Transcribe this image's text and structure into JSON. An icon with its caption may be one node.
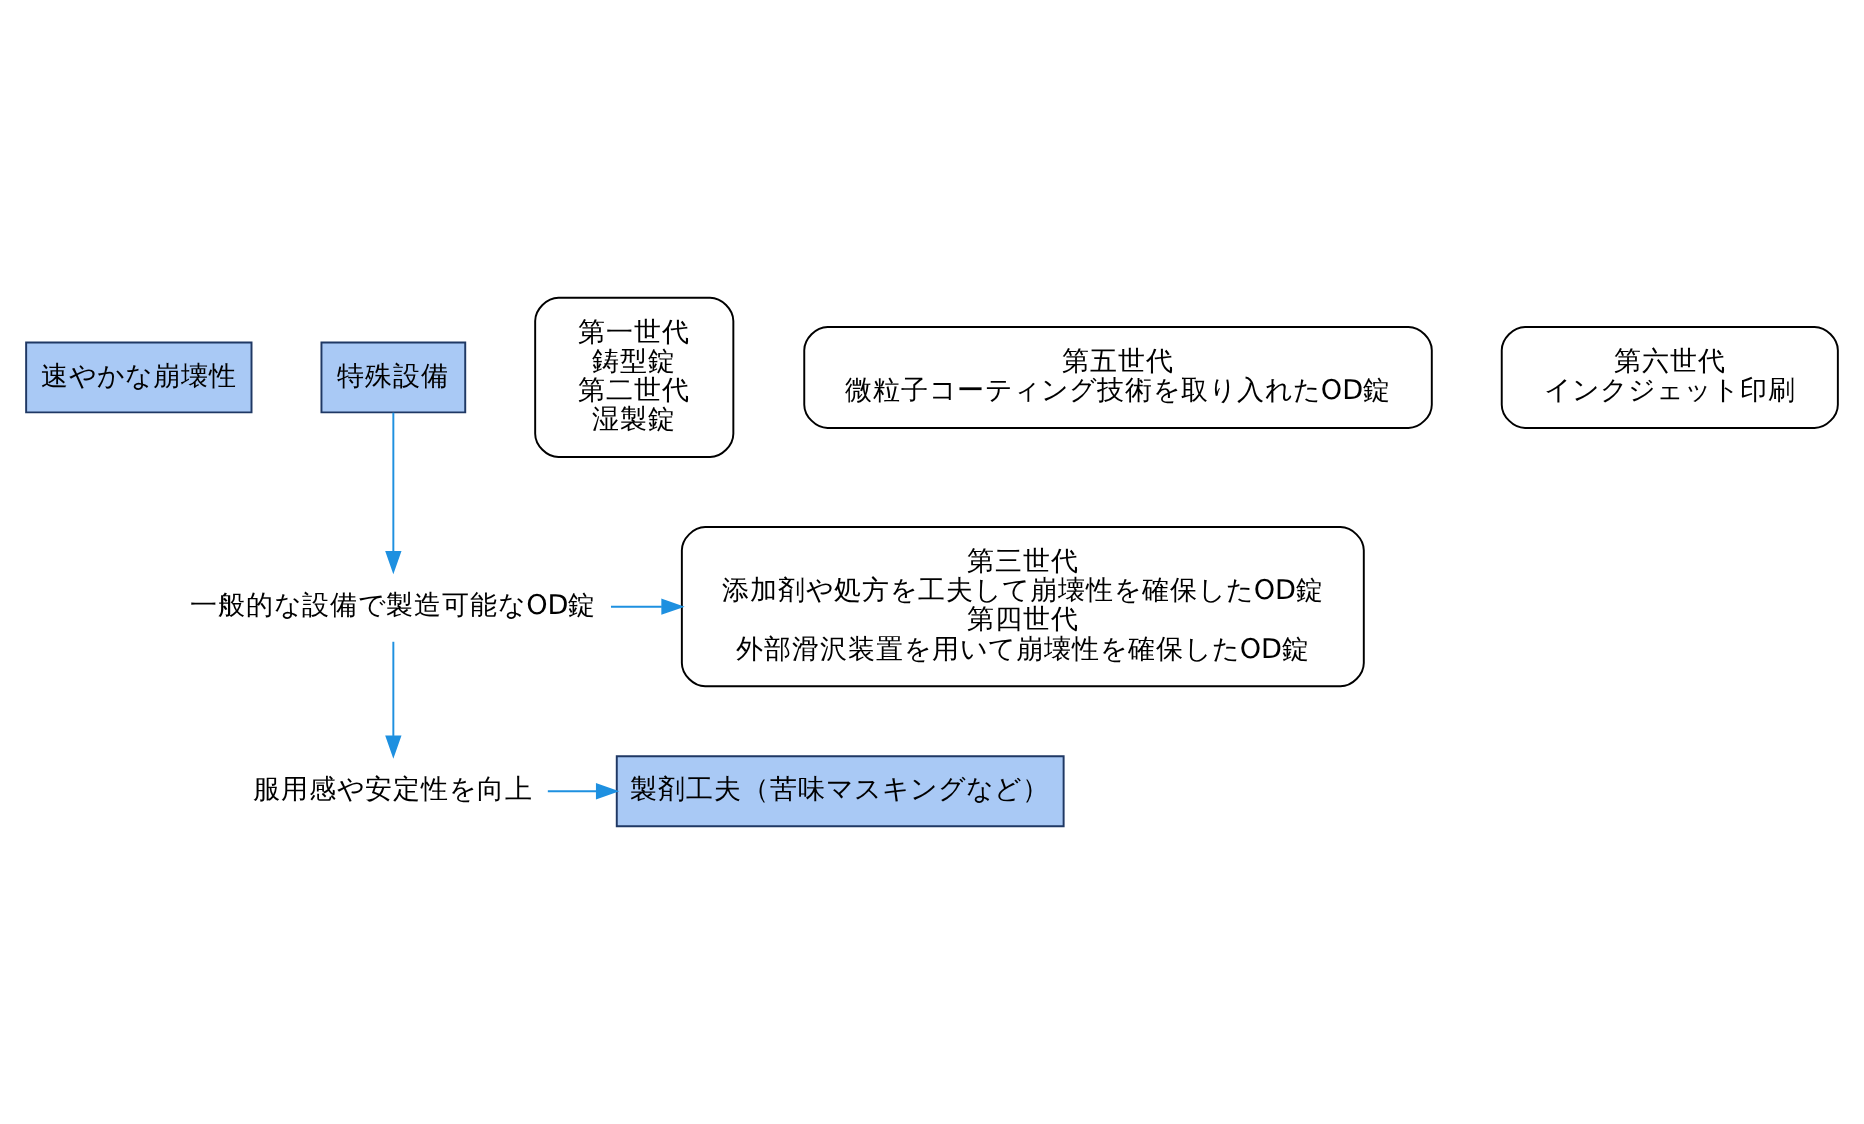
{
  "diagram": {
    "nodes": [
      {
        "text": [
          "速やかな崩壊性"
        ]
      },
      {
        "text": [
          "特殊設備"
        ]
      },
      {
        "text": [
          "第一世代",
          "鋳型錠",
          "第二世代",
          "湿製錠"
        ]
      },
      {
        "text": [
          "一般的な設備で製造可能なOD錠"
        ]
      },
      {
        "text": [
          "第三世代",
          "添加剤や処方を工夫して崩壊性を確保したOD錠",
          "第四世代",
          "外部滑沢装置を用いて崩壊性を確保したOD錠"
        ]
      },
      {
        "text": [
          "服用感や安定性を向上"
        ]
      },
      {
        "text": [
          "製剤工夫（苦味マスキングなど）"
        ]
      },
      {
        "text": [
          "第五世代",
          "微粒子コーティング技術を取り入れたOD錠"
        ]
      },
      {
        "text": [
          "第六世代",
          "インクジェット印刷"
        ]
      }
    ],
    "edges": [
      {
        "from": 1,
        "to": 3,
        "arrow": "to"
      },
      {
        "from": 3,
        "to": 4,
        "arrow": "to"
      },
      {
        "from": 3,
        "to": 5,
        "arrow": "to"
      },
      {
        "from": 5,
        "to": 6,
        "arrow": "to"
      }
    ]
  }
}
